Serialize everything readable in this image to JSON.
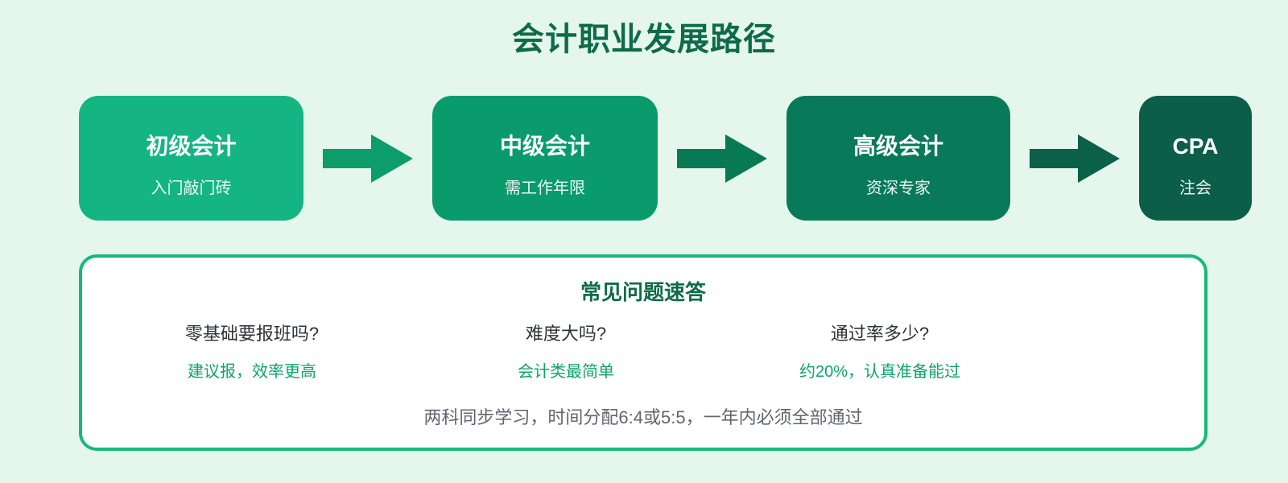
{
  "page": {
    "title": "会计职业发展路径",
    "background": "#e5f6ec",
    "title_color": "#0e6b4a"
  },
  "flow": {
    "stages": [
      {
        "title": "初级会计",
        "subtitle": "入门敲门砖",
        "color": "#15b483"
      },
      {
        "title": "中级会计",
        "subtitle": "需工作年限",
        "color": "#099b6b"
      },
      {
        "title": "高级会计",
        "subtitle": "资深专家",
        "color": "#097a59"
      },
      {
        "title": "CPA",
        "subtitle": "注会",
        "color": "#0b5f48"
      }
    ],
    "arrows": [
      {
        "color": "#0d9c6b"
      },
      {
        "color": "#077a55"
      },
      {
        "color": "#0b6049"
      }
    ]
  },
  "faq": {
    "title": "常见问题速答",
    "border_color": "#17b978",
    "question_color": "#2f3237",
    "answer_color": "#0fa36c",
    "note_color": "#5f6670",
    "items": [
      {
        "question": "零基础要报班吗?",
        "answer": "建议报，效率更高"
      },
      {
        "question": "难度大吗?",
        "answer": "会计类最简单"
      },
      {
        "question": "通过率多少?",
        "answer": "约20%，认真准备能过"
      }
    ],
    "note": "两科同步学习，时间分配6:4或5:5，一年内必须全部通过"
  }
}
